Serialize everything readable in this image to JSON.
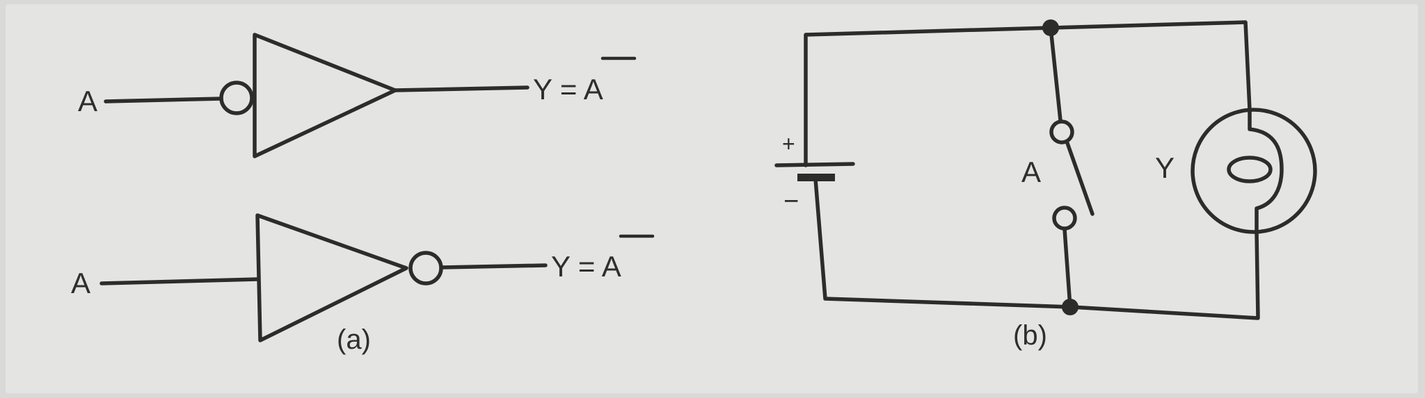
{
  "panel_a": {
    "gate_top": {
      "input_label": "A",
      "output_expr": "Y = A",
      "overbar_var": "A"
    },
    "gate_bottom": {
      "input_label": "A",
      "output_expr": "Y = A",
      "overbar_var": "A"
    },
    "caption": "(a)"
  },
  "panel_b": {
    "battery_plus": "+",
    "battery_minus": "−",
    "switch_label": "A",
    "lamp_label": "Y",
    "caption": "(b)"
  }
}
